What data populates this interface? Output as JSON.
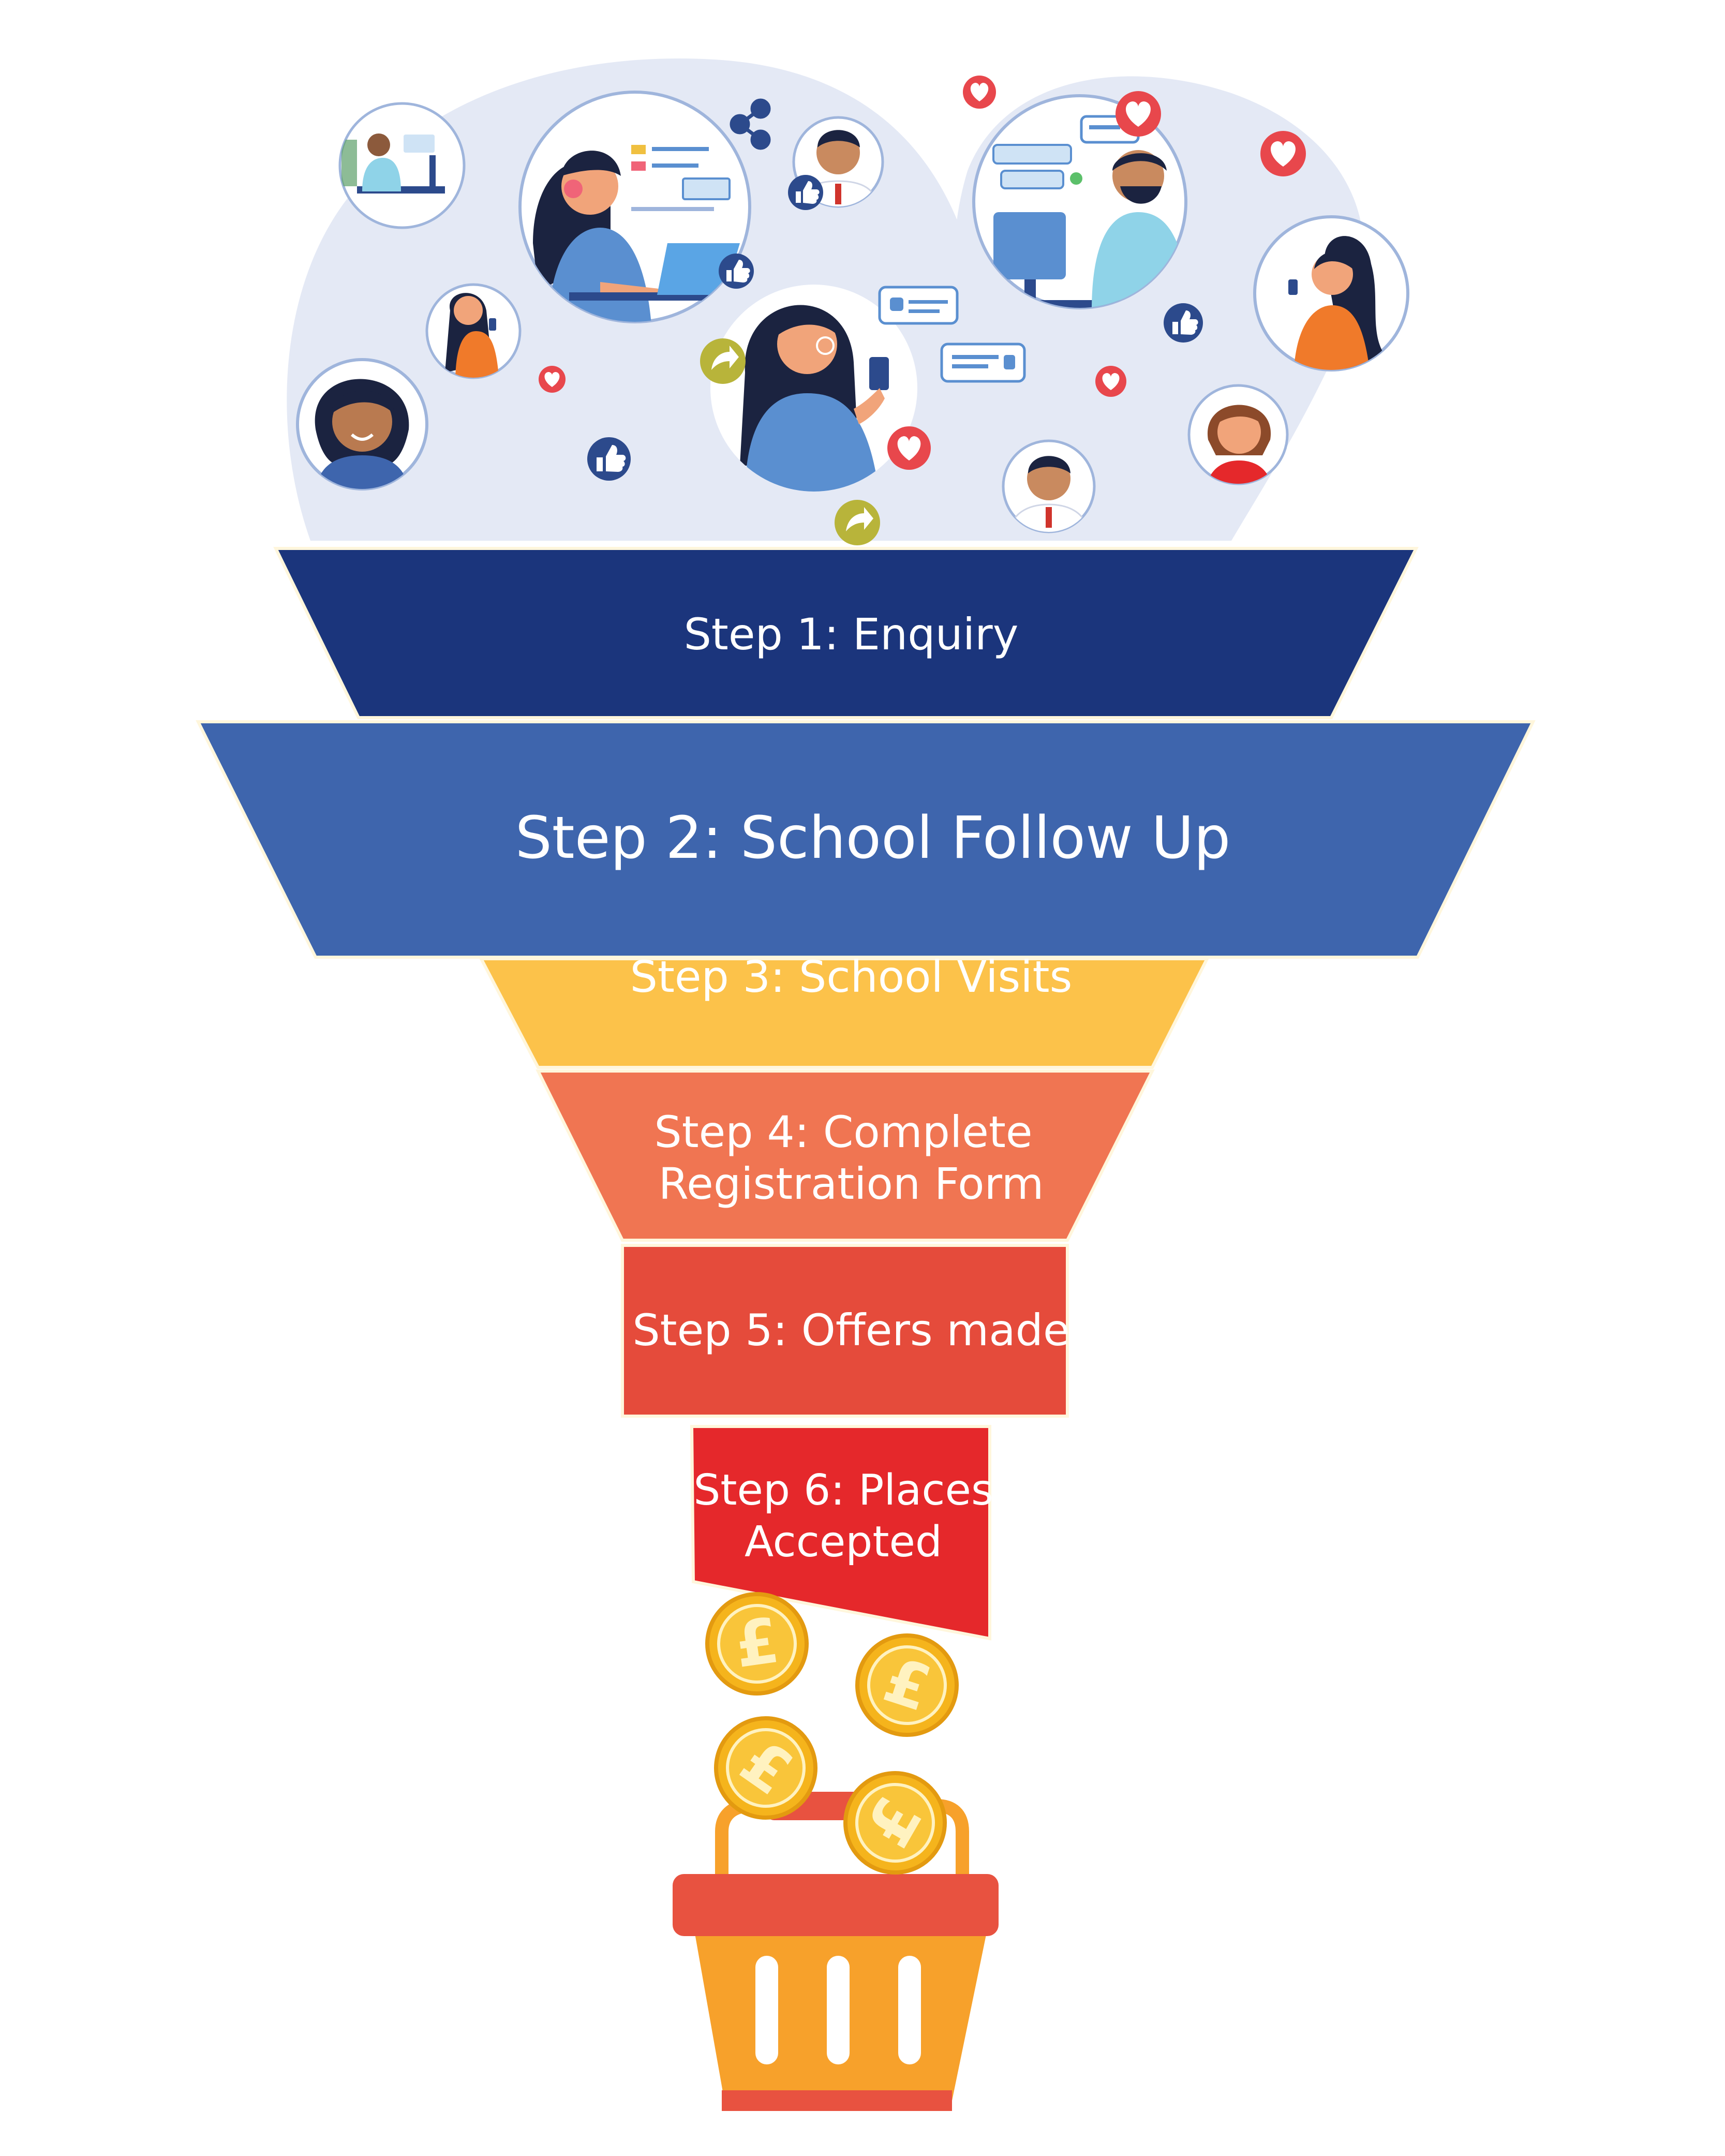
{
  "steps": [
    {
      "label": "Step 1: Enquiry",
      "color": "#1b357c"
    },
    {
      "label": "Step 2: School Follow Up",
      "color": "#3e65ad"
    },
    {
      "label": "Step 3: School Visits",
      "color": "#fcc24a"
    },
    {
      "label_line1": "Step 4: Complete",
      "label_line2": "Registration Form",
      "color": "#f07552"
    },
    {
      "label": "Step 5: Offers made",
      "color": "#e54b3b"
    },
    {
      "label_line1": "Step 6: Places",
      "label_line2": "Accepted",
      "color": "#e5282b"
    }
  ],
  "coins": {
    "symbol": "£",
    "color": "#f5b41c"
  },
  "basket": {
    "color": "#f7a12b",
    "rim_color": "#e85240"
  },
  "illustration": {
    "blob_color": "#e4e9f5",
    "icons": [
      "heart-icon",
      "like-icon",
      "share-icon",
      "chat-bubble-icon"
    ]
  }
}
